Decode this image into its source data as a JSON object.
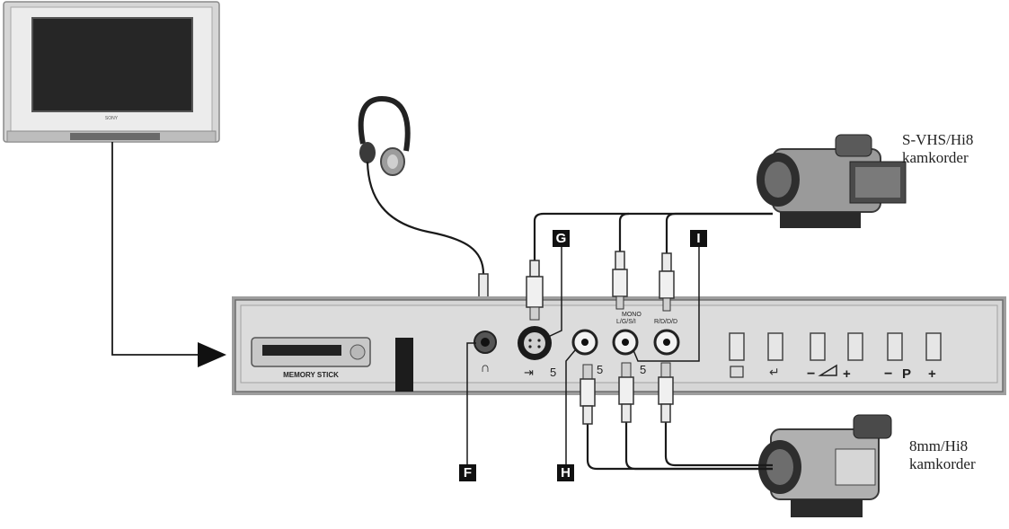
{
  "tv": {
    "brand": "SONY"
  },
  "panel": {
    "memory_stick_label": "MEMORY STICK",
    "jack_labels": {
      "svideo": "5",
      "video": "5",
      "audio_group": "5",
      "mono_label": "MONO",
      "mono_sub": "L/G/S/I",
      "right_label": "R/D/D/D",
      "program": "P",
      "minus": "−",
      "plus": "+"
    }
  },
  "markers": {
    "f": "F",
    "g": "G",
    "h": "H",
    "i": "I"
  },
  "cameras": {
    "top": {
      "line1": "S-VHS/Hi8",
      "line2": "kamkorder"
    },
    "bottom": {
      "line1": "8mm/Hi8",
      "line2": "kamkorder"
    }
  },
  "colors": {
    "cable": "#1a1a1a",
    "panel": "#d9d9d9",
    "panel_shadow": "#8c8c8c",
    "marker": "#111111"
  }
}
